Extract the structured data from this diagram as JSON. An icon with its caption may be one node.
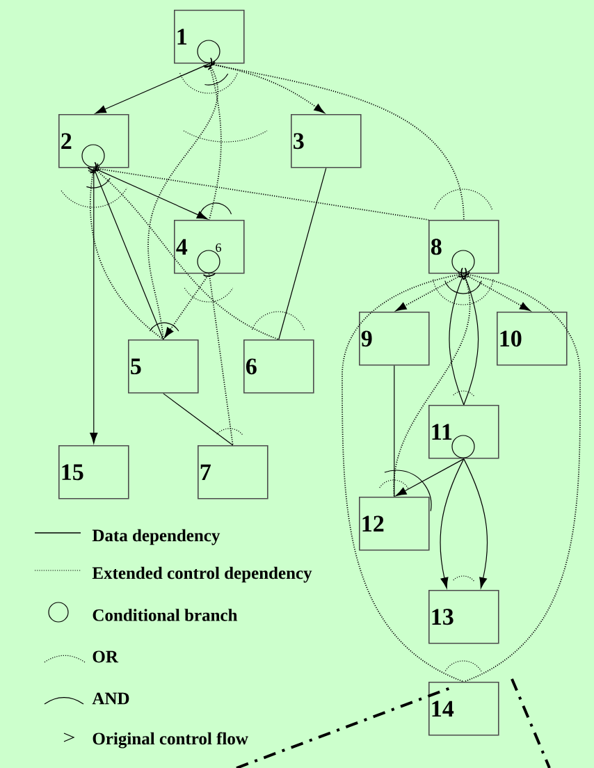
{
  "diagram": {
    "nodes": [
      {
        "text": [
          "1"
        ]
      },
      {
        "text": [
          "2"
        ]
      },
      {
        "text": [
          "3"
        ]
      },
      {
        "text": [
          "4"
        ]
      },
      {
        "text": [
          "5"
        ]
      },
      {
        "text": [
          "6"
        ]
      },
      {
        "text": [
          "7"
        ]
      },
      {
        "text": [
          "8"
        ]
      },
      {
        "text": [
          "9"
        ]
      },
      {
        "text": [
          "10"
        ]
      },
      {
        "text": [
          "11"
        ]
      },
      {
        "text": [
          "12"
        ]
      },
      {
        "text": [
          "13"
        ]
      },
      {
        "text": [
          "14"
        ]
      },
      {
        "text": [
          "15"
        ]
      }
    ],
    "edges": [
      {
        "from": 0,
        "to": 1,
        "arrow": "to"
      },
      {
        "from": 0,
        "to": 2,
        "arrow": "to",
        "style": "dashed"
      },
      {
        "from": 0,
        "to": 3,
        "arrow": "other",
        "style": "dashed"
      },
      {
        "from": 0,
        "to": 4,
        "arrow": "other",
        "style": "dashed"
      },
      {
        "from": 0,
        "to": 7,
        "arrow": "other",
        "style": "dashed"
      },
      {
        "from": 1,
        "to": 3,
        "arrow": "to"
      },
      {
        "from": 1,
        "to": 14,
        "arrow": "to"
      },
      {
        "from": 1,
        "to": 4,
        "arrow": "other"
      },
      {
        "from": 1,
        "to": 4,
        "arrow": "other",
        "style": "dashed"
      },
      {
        "from": 1,
        "to": 5,
        "arrow": "other",
        "style": "dashed"
      },
      {
        "from": 1,
        "to": 7,
        "arrow": "other",
        "style": "dashed"
      },
      {
        "from": 2,
        "to": 5,
        "arrow": "none"
      },
      {
        "from": 3,
        "to": 4,
        "arrow": "to",
        "style": "dashed"
      },
      {
        "from": 3,
        "to": 6,
        "arrow": "other",
        "style": "dashed"
      },
      {
        "from": 4,
        "to": 6,
        "arrow": "none"
      },
      {
        "from": 7,
        "to": 8,
        "arrow": "to",
        "style": "dashed"
      },
      {
        "from": 7,
        "to": 9,
        "arrow": "to",
        "style": "dashed"
      },
      {
        "from": 7,
        "to": 10,
        "arrow": "other"
      },
      {
        "from": 7,
        "to": 10,
        "arrow": "other"
      },
      {
        "from": 7,
        "to": 11,
        "arrow": "other",
        "style": "dashed"
      },
      {
        "from": 7,
        "to": 13,
        "arrow": "other",
        "style": "dashed"
      },
      {
        "from": 7,
        "to": 13,
        "arrow": "other",
        "style": "dashed"
      },
      {
        "from": 8,
        "to": 11,
        "arrow": "none"
      },
      {
        "from": 10,
        "to": 11,
        "arrow": "to"
      },
      {
        "from": 10,
        "to": 12,
        "arrow": "to"
      },
      {
        "from": 10,
        "to": 12,
        "arrow": "to"
      }
    ],
    "labels": [
      "6"
    ],
    "legend": [
      {
        "text": "Data dependency"
      },
      {
        "text": "Extended control dependency"
      },
      {
        "text": "Conditional branch"
      },
      {
        "text": "OR"
      },
      {
        "text": "AND"
      },
      {
        "text": "Original control flow"
      }
    ]
  }
}
